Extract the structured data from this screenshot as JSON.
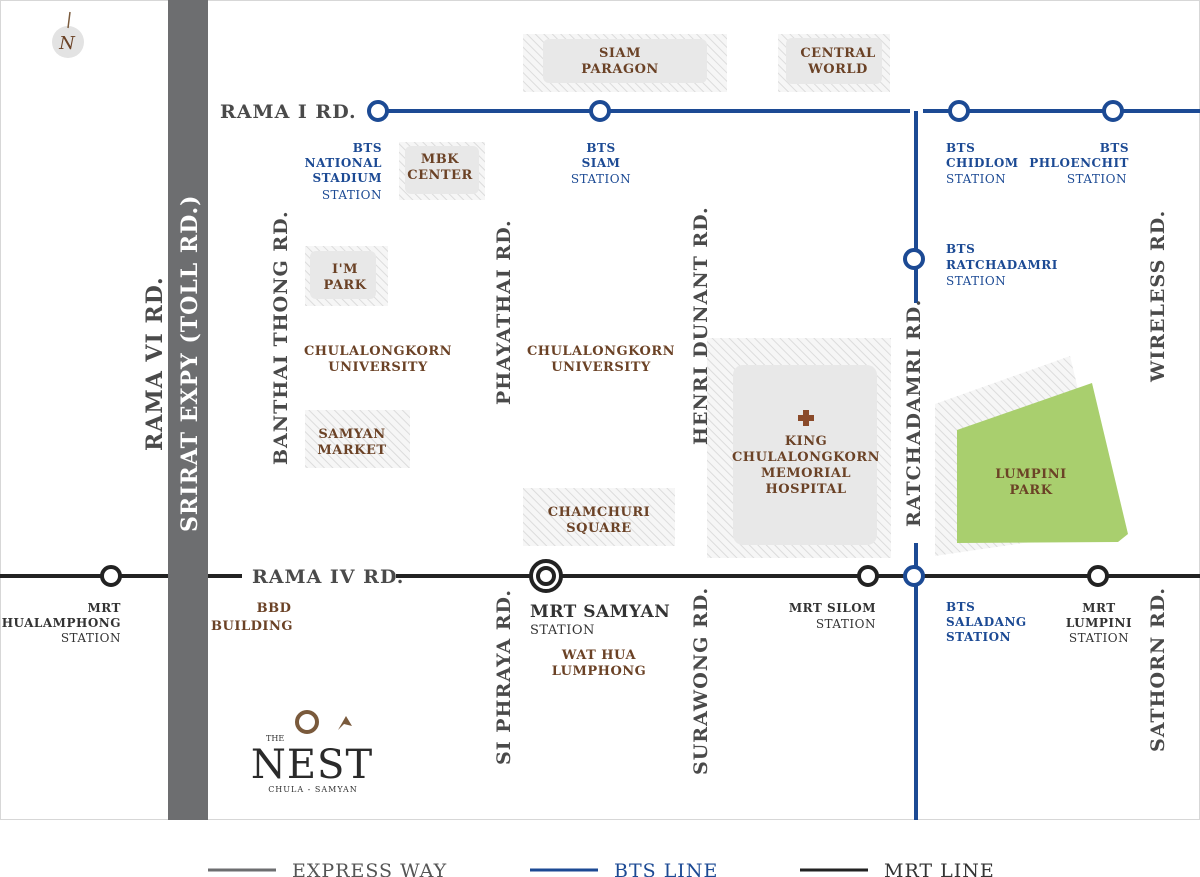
{
  "compass": {
    "label": "N"
  },
  "roads": {
    "rama1": "RAMA I RD.",
    "rama4": "RAMA IV RD.",
    "rama6": "RAMA VI RD.",
    "sirirat": "SRIRAT EXPY (TOLL RD.)",
    "banthai": "BANTHAI THONG RD.",
    "phayathai": "PHAYATHAI RD.",
    "henri": "HENRI DUNANT RD.",
    "ratchadamri": "RATCHADAMRI RD.",
    "wireless": "WIRELESS RD.",
    "siphraya": "SI PHRAYA RD.",
    "surawong": "SURAWONG RD.",
    "sathorn": "SATHORN RD."
  },
  "places": {
    "siam_paragon": [
      "SIAM",
      "PARAGON"
    ],
    "central_world": [
      "CENTRAL",
      "WORLD"
    ],
    "mbk": [
      "MBK",
      "CENTER"
    ],
    "im_park": [
      "I'M",
      "PARK"
    ],
    "chula_left": [
      "CHULALONGKORN",
      "UNIVERSITY"
    ],
    "chula_mid": [
      "CHULALONGKORN",
      "UNIVERSITY"
    ],
    "samyan_market": [
      "SAMYAN",
      "MARKET"
    ],
    "chamchuri": [
      "CHAMCHURI",
      "SQUARE"
    ],
    "hospital": [
      "KING",
      "CHULALONGKORN",
      "MEMORIAL",
      "HOSPITAL"
    ],
    "lumpini_park": [
      "LUMPINI",
      "PARK"
    ],
    "bbd": [
      "BBD",
      "BUILDING"
    ],
    "wat_hua": [
      "WAT HUA",
      "LUMPHONG"
    ]
  },
  "stations": {
    "national_stadium": [
      "BTS",
      "NATIONAL",
      "STADIUM",
      "STATION"
    ],
    "siam": [
      "BTS",
      "SIAM",
      "STATION"
    ],
    "chidlom": [
      "BTS",
      "CHIDLOM",
      "STATION"
    ],
    "phloenchit": [
      "BTS",
      "PHLOENCHIT",
      "STATION"
    ],
    "ratchadamri": [
      "BTS",
      "RATCHADAMRI",
      "STATION"
    ],
    "hualamphong": [
      "MRT",
      "HUALAMPHONG",
      "STATION"
    ],
    "samyan": [
      "MRT SAMYAN",
      "STATION"
    ],
    "silom": [
      "MRT SILOM",
      "STATION"
    ],
    "saladang": [
      "BTS",
      "SALADANG",
      "STATION"
    ],
    "lumpini": [
      "MRT",
      "LUMPINI",
      "STATION"
    ]
  },
  "logo": {
    "the": "THE",
    "nest": "NEST",
    "sub": "CHULA - SAMYAN"
  },
  "legend": {
    "express": "EXPRESS WAY",
    "bts": "BTS LINE",
    "mrt": "MRT LINE"
  },
  "colors": {
    "bts": "#1c4a94",
    "mrt": "#222222",
    "express": "#6d6e70",
    "place_text": "#6b4226",
    "road_text": "#4a4a4a",
    "park": "#a9cf6e",
    "block": "#e8e8e8"
  }
}
